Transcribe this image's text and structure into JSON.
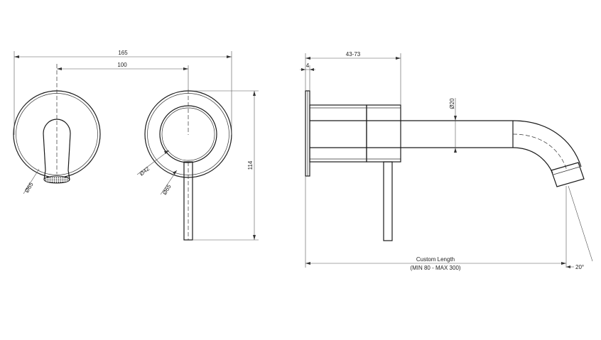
{
  "dimensions": {
    "overall_width": "165",
    "center_distance": "100",
    "height": "114",
    "spout_depth": "43-73",
    "plate_thickness": "4",
    "spout_diameter": "Ø20",
    "angle": "20°",
    "custom_length": "Custom Length",
    "custom_length_range": "(MIN 80 - MAX 300)"
  },
  "callouts": {
    "left_plate_diameter": "Ø65",
    "right_plate_diameter": "Ø65",
    "handle_diameter": "Ø42"
  }
}
